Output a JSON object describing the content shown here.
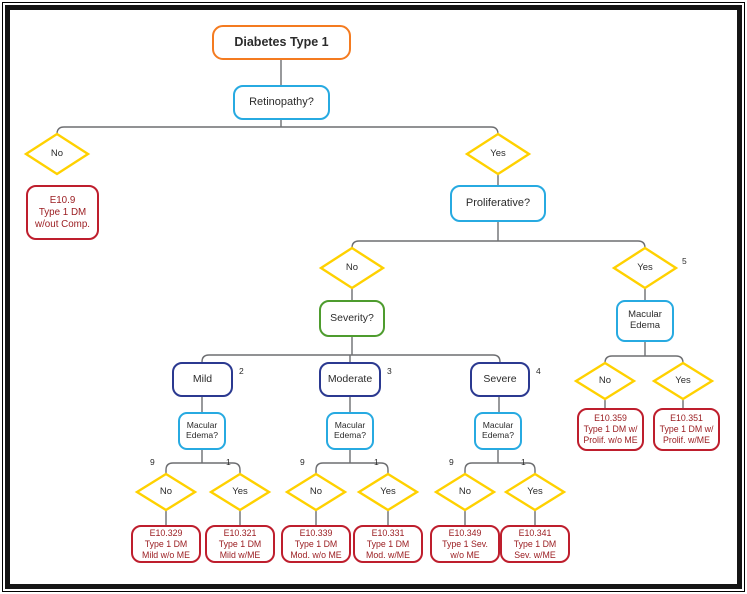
{
  "diagram_title": "Diabetes Type 1 retinopathy ICD-10 decision tree",
  "colors": {
    "root_border": "#F47B20",
    "question_border": "#27AAE1",
    "severity_level_border": "#2B3990",
    "severity_border": "#4E9C2E",
    "diamond_border": "#FFD100",
    "code_border": "#BE1E2D",
    "code_text": "#9A1B1F",
    "connector": "#6D6E71",
    "text": "#2B2B2B"
  },
  "nodes": {
    "root": {
      "label": "Diabetes Type 1"
    },
    "retinopathy": {
      "label": "Retinopathy?"
    },
    "retinopathy_no": {
      "label": "No"
    },
    "retinopathy_yes": {
      "label": "Yes"
    },
    "e10_9": {
      "code": "E10.9",
      "desc1": "Type 1 DM",
      "desc2": "w/out Comp."
    },
    "proliferative": {
      "label": "Proliferative?"
    },
    "proliferative_no": {
      "label": "No"
    },
    "proliferative_yes": {
      "label": "Yes",
      "footnote": "5"
    },
    "severity": {
      "label": "Severity?"
    },
    "me_prolif": {
      "line1": "Macular",
      "line2": "Edema"
    },
    "me_prolif_no": {
      "label": "No"
    },
    "me_prolif_yes": {
      "label": "Yes"
    },
    "e10_359": {
      "code": "E10.359",
      "desc1": "Type 1 DM w/",
      "desc2": "Prolif. w/o ME"
    },
    "e10_351": {
      "code": "E10.351",
      "desc1": "Type 1 DM w/",
      "desc2": "Prolif. w/ME"
    },
    "mild": {
      "label": "Mild",
      "footnote": "2"
    },
    "moderate": {
      "label": "Moderate",
      "footnote": "3"
    },
    "severe": {
      "label": "Severe",
      "footnote": "4"
    },
    "me_mild": {
      "line1": "Macular",
      "line2": "Edema?"
    },
    "me_moderate": {
      "line1": "Macular",
      "line2": "Edema?"
    },
    "me_severe": {
      "line1": "Macular",
      "line2": "Edema?"
    },
    "mild_no": {
      "label": "No",
      "footnote": "9"
    },
    "mild_yes": {
      "label": "Yes",
      "footnote": "1"
    },
    "moderate_no": {
      "label": "No",
      "footnote": "9"
    },
    "moderate_yes": {
      "label": "Yes",
      "footnote": "1"
    },
    "severe_no": {
      "label": "No",
      "footnote": "9"
    },
    "severe_yes": {
      "label": "Yes",
      "footnote": "1"
    },
    "e10_329": {
      "code": "E10.329",
      "desc1": "Type 1 DM",
      "desc2": "Mild w/o ME"
    },
    "e10_321": {
      "code": "E10.321",
      "desc1": "Type 1 DM",
      "desc2": "Mild w/ME"
    },
    "e10_339": {
      "code": "E10.339",
      "desc1": "Type 1 DM",
      "desc2": "Mod. w/o ME"
    },
    "e10_331": {
      "code": "E10.331",
      "desc1": "Type 1 DM",
      "desc2": "Mod. w/ME"
    },
    "e10_349": {
      "code": "E10.349",
      "desc1": "Type 1 Sev.",
      "desc2": "w/o ME"
    },
    "e10_341": {
      "code": "E10.341",
      "desc1": "Type 1 DM",
      "desc2": "Sev. w/ME"
    }
  }
}
